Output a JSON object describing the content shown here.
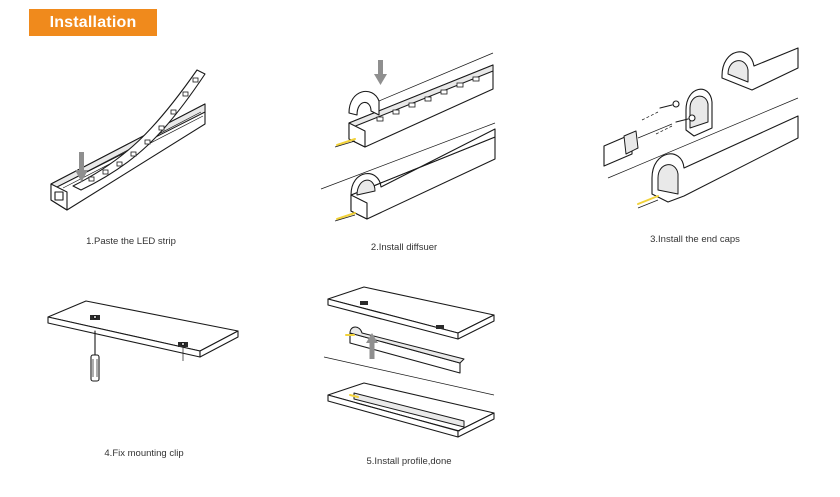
{
  "header": {
    "title": "Installation"
  },
  "steps": [
    {
      "label": "1.Paste the LED strip"
    },
    {
      "label": "2.Install diffsuer"
    },
    {
      "label": "3.Install the end caps"
    },
    {
      "label": "4.Fix mounting clip"
    },
    {
      "label": "5.Install profile,done"
    }
  ],
  "colors": {
    "accent": "#f08a1c",
    "arrow": "#8f8f8f",
    "wire": "#f2d23a"
  }
}
